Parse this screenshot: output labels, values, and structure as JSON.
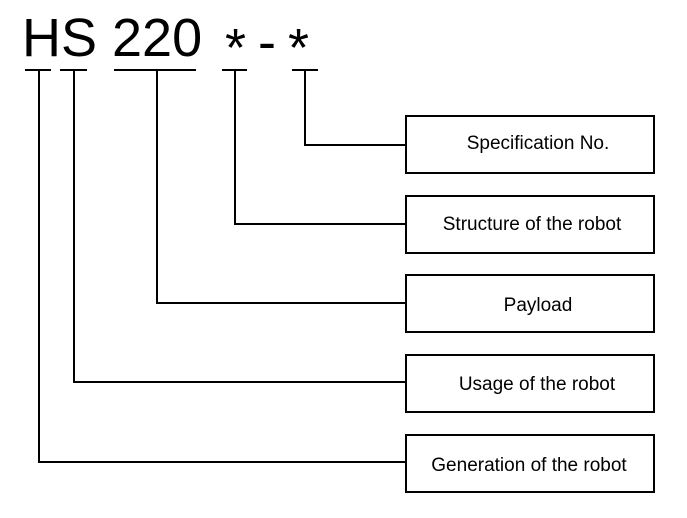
{
  "model_code": {
    "hs": "HS",
    "payload": "220",
    "structure": "*",
    "separator": "-",
    "specification": "*"
  },
  "boxes": [
    {
      "label": "Specification No."
    },
    {
      "label": "Structure of the robot"
    },
    {
      "label": "Payload"
    },
    {
      "label": "Usage of the robot"
    },
    {
      "label": "Generation of the robot"
    }
  ]
}
